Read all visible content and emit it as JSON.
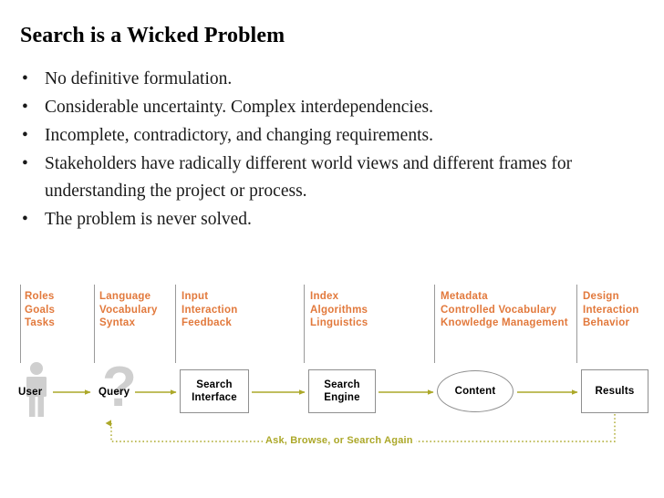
{
  "slide": {
    "title": "Search is a Wicked Problem",
    "bullet_marker": "•",
    "bullets": [
      "No definitive formulation.",
      "Considerable uncertainty. Complex interdependencies.",
      "Incomplete, contradictory, and changing requirements.",
      "Stakeholders have radically different world views and different frames for understanding the project or process.",
      "The problem is never solved."
    ]
  },
  "colors": {
    "header_orange": "#E2793C",
    "arrow_olive": "#ACA829",
    "node_border_gray": "#8f8f8f",
    "divider_gray": "#9a9a9a",
    "pictogram_gray": "#cfcfcf",
    "text_black": "#000000"
  },
  "diagram": {
    "columns": [
      {
        "id": "user-col",
        "lines": [
          "Roles",
          "Goals",
          "Tasks"
        ]
      },
      {
        "id": "query-col",
        "lines": [
          "Language",
          "Vocabulary",
          "Syntax"
        ]
      },
      {
        "id": "interface-col",
        "lines": [
          "Input",
          "Interaction",
          "Feedback"
        ]
      },
      {
        "id": "engine-col",
        "lines": [
          "Index",
          "Algorithms",
          "Linguistics"
        ]
      },
      {
        "id": "content-col",
        "lines": [
          "Metadata",
          "Controlled Vocabulary",
          "Knowledge Management"
        ]
      },
      {
        "id": "results-col",
        "lines": [
          "Design",
          "Interaction",
          "Behavior"
        ]
      }
    ],
    "nodes": {
      "user": "User",
      "query": "Query",
      "search_interface_line1": "Search",
      "search_interface_line2": "Interface",
      "search_engine_line1": "Search",
      "search_engine_line2": "Engine",
      "content": "Content",
      "results": "Results"
    },
    "question_mark_glyph": "?",
    "feedback_label": "Ask, Browse, or Search Again"
  }
}
